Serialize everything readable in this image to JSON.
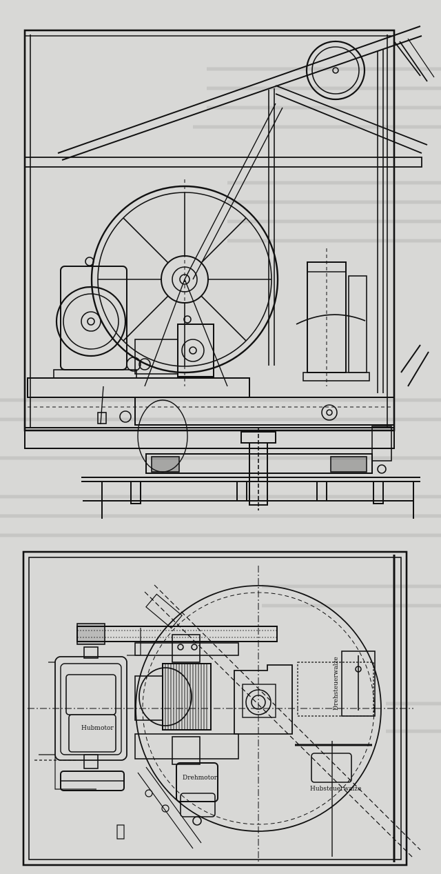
{
  "labels": {
    "hubmotor": "Hubmotor",
    "drehmotor": "Drehmotor",
    "drehsteuerwalze": "Drehsteuerwalze",
    "hubsteuerwalze": "Hubsteuerwalze"
  },
  "colors": {
    "paper": "#d8d8d6",
    "ink": "#111111"
  }
}
